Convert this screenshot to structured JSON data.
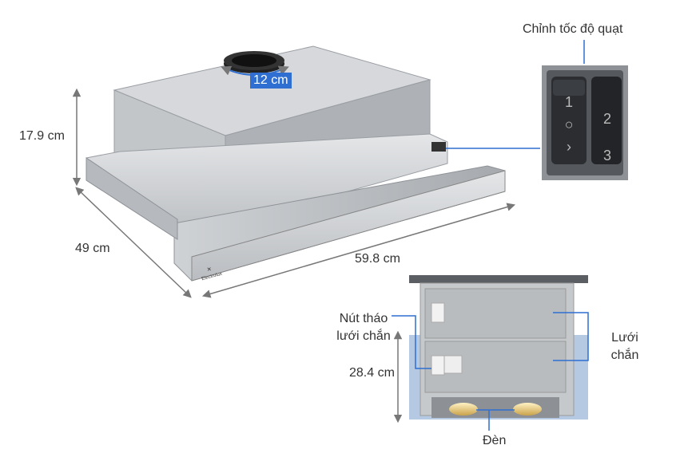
{
  "labels": {
    "fan_speed": "Chỉnh tốc độ quạt",
    "height": "17.9 cm",
    "depth": "49 cm",
    "width": "59.8 cm",
    "duct_diameter": "12 cm",
    "filter_release_line1": "Nút tháo",
    "filter_release_line2": "lưới chắn",
    "filter_line1": "Lưới",
    "filter_line2": "chắn",
    "extended_height": "28.4 cm",
    "lamp": "Đèn"
  },
  "switch": {
    "left_marks": [
      "1",
      "○",
      "›"
    ],
    "right_marks": [
      "2",
      "3"
    ]
  },
  "brand": "Electrolux",
  "colors": {
    "accent": "#2f6fd1",
    "arrow": "#777777",
    "callout": "#2f6fd1",
    "text": "#333333"
  }
}
